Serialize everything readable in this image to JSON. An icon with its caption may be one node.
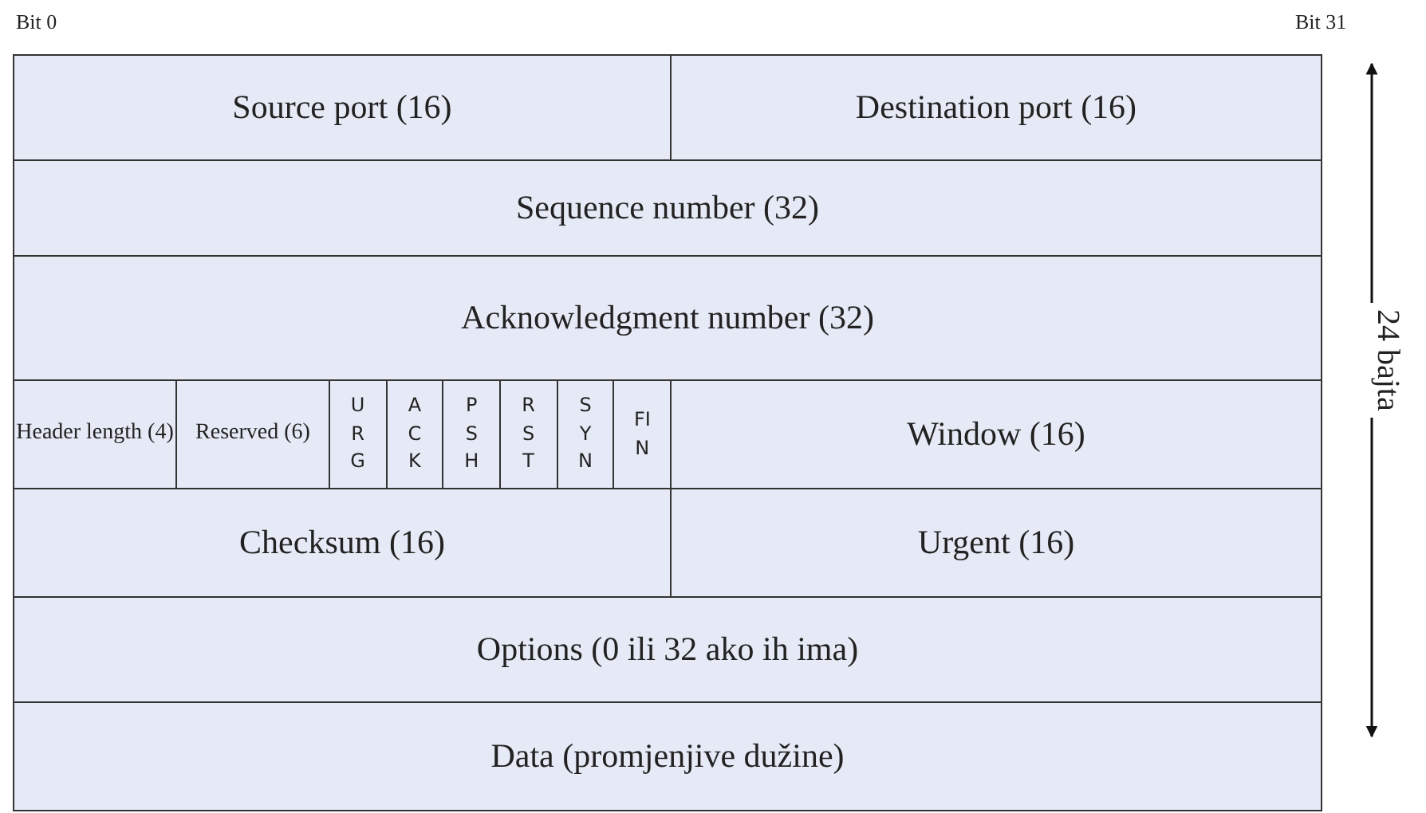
{
  "diagram": {
    "nodes": [
      {
        "text": [
          "Source port (16)"
        ]
      },
      {
        "text": [
          "Destination port (16)"
        ]
      },
      {
        "text": [
          "Sequence number (32)"
        ]
      },
      {
        "text": [
          "Acknowledgment number (32)"
        ]
      },
      {
        "text": [
          "Header length (4)"
        ]
      },
      {
        "text": [
          "Reserved (6)"
        ]
      },
      {
        "text": [
          "URG"
        ]
      },
      {
        "text": [
          "ACK"
        ]
      },
      {
        "text": [
          "PSH"
        ]
      },
      {
        "text": [
          "RST"
        ]
      },
      {
        "text": [
          "SYN"
        ]
      },
      {
        "text": [
          "FIN"
        ]
      },
      {
        "text": [
          "Window (16)"
        ]
      },
      {
        "text": [
          "Checksum (16)"
        ]
      },
      {
        "text": [
          "Urgent (16)"
        ]
      },
      {
        "text": [
          "Options (0 ili 32 ako ih ima)"
        ]
      },
      {
        "text": [
          "Data (promjenjive dužine)"
        ]
      }
    ],
    "labels": [
      "Bit 0",
      "Bit 31",
      "24 bajta"
    ]
  }
}
